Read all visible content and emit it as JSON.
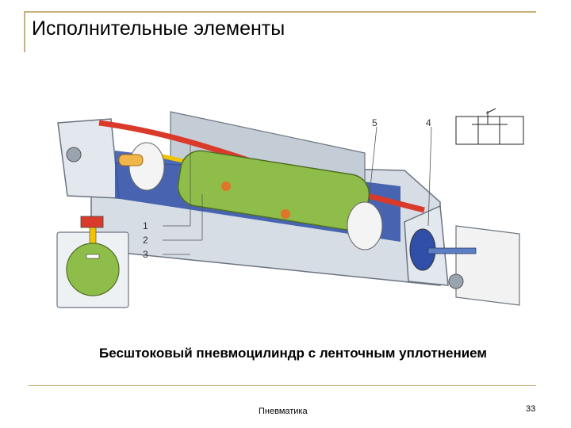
{
  "slide": {
    "title": "Исполнительные элементы",
    "caption": "Бесштоковый пневмоцилиндр с ленточным уплотнением",
    "footer_text": "Пневматика",
    "page_number": "33"
  },
  "figure": {
    "callouts": [
      "1",
      "2",
      "3",
      "4",
      "5"
    ],
    "colors": {
      "body": "#d6dde5",
      "piston": "#8fbd4a",
      "band": "#d93a2a",
      "slot": "#f2c400",
      "bore": "#2f4fa8"
    }
  }
}
